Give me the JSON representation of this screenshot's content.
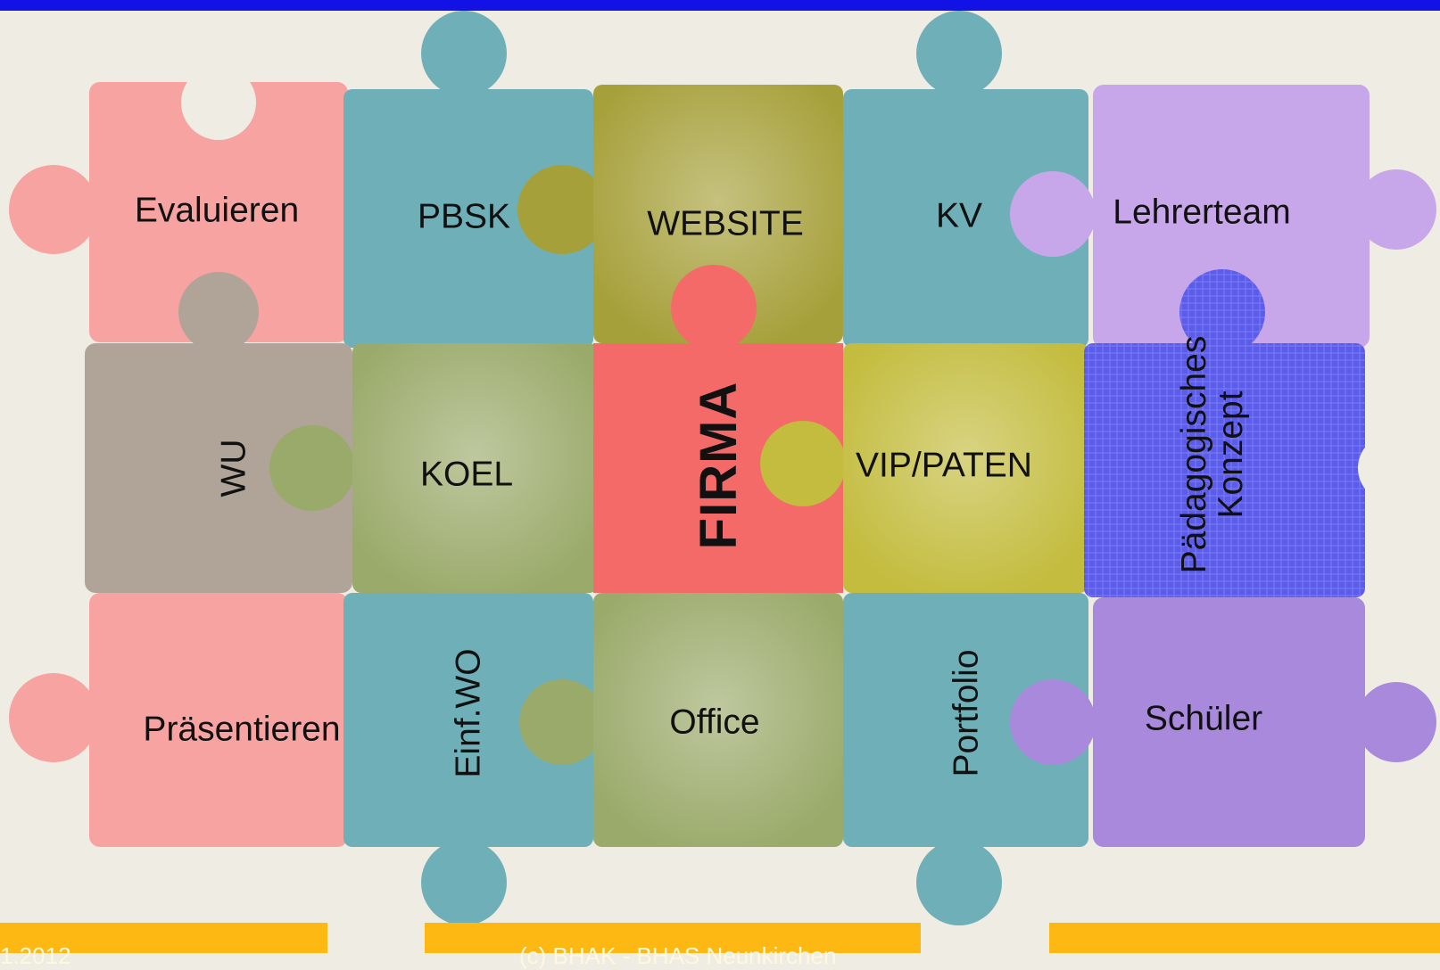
{
  "pieces": {
    "evaluieren": "Evaluieren",
    "pbsk": "PBSK",
    "website": "WEBSITE",
    "kv": "KV",
    "lehrerteam": "Lehrerteam",
    "wu": "WU",
    "koel": "KOEL",
    "firma": "FIRMA",
    "vip_paten": "VIP/PATEN",
    "paedagogisches_konzept": "Pädagogisches\nKonzept",
    "praesentieren": "Präsentieren",
    "einf_wo": "Einf.WO",
    "office": "Office",
    "portfolio": "Portfolio",
    "schueler": "Schüler"
  },
  "colors": {
    "top_bar": "#1212e6",
    "background": "#efece3",
    "pink": "#f7a3a1",
    "teal": "#6fb0b8",
    "olive": "#a6a03a",
    "sage": "#9aaa6a",
    "taupe": "#b0a499",
    "red": "#f46a69",
    "yellow_olive": "#c3bc3e",
    "lavender": "#c7a7ea",
    "blue": "#5b5cec",
    "purple": "#a889dc",
    "footer": "#fdb813"
  },
  "footer": {
    "left_text": "1.2012",
    "center_text": "(c) BHAK - BHAS Neunkirchen"
  }
}
